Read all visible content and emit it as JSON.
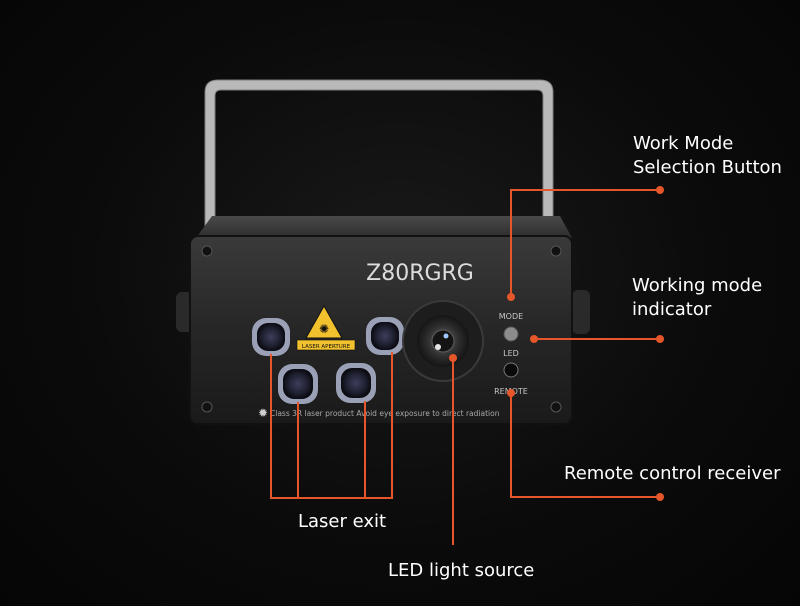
{
  "product": {
    "model": "Z80RGRG",
    "warning_label": "LASER APERTURE",
    "class_text": "Class 3R laser product Avoid eye exposure to direct radiation",
    "panel_labels": {
      "mode": "MODE",
      "led": "LED",
      "remote": "REMOTE"
    }
  },
  "callouts": {
    "work_mode": [
      "Work Mode",
      "Selection Button"
    ],
    "indicator": [
      "Working mode",
      "indicator"
    ],
    "remote": "Remote control receiver",
    "laser_exit": "Laser exit",
    "led_source": "LED light source"
  },
  "colors": {
    "callout_line": "#e5562a",
    "dot": "#e5562a",
    "text": "#ffffff",
    "body": "#2b2b2b"
  }
}
